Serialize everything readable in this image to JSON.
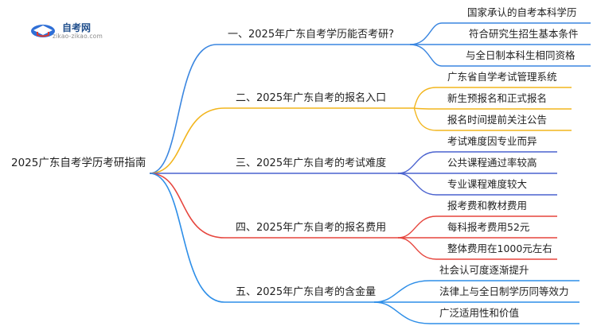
{
  "logo": {
    "name": "自考网",
    "url": "zikao-zikao.com"
  },
  "root": {
    "label": "2025广东自考学历考研指南"
  },
  "colors": {
    "branch_0": "#3a86e0",
    "branch_1": "#f2b51d",
    "branch_2": "#4a62cf",
    "branch_3": "#e6453d",
    "branch_4": "#2d8ee8"
  },
  "branches": [
    {
      "label": "一、2025年广东自考学历能否考研?",
      "children": [
        "国家承认的自考本科学历",
        "符合研究生招生基本条件",
        "与全日制本科生相同资格"
      ]
    },
    {
      "label": "二、2025年广东自考的报名入口",
      "children": [
        "广东省自学考试管理系统",
        "新生预报名和正式报名",
        "报名时间提前关注公告"
      ]
    },
    {
      "label": "三、2025年广东自考的考试难度",
      "children": [
        "考试难度因专业而异",
        "公共课程通过率较高",
        "专业课程难度较大"
      ]
    },
    {
      "label": "四、2025年广东自考的报名费用",
      "children": [
        "报考费和教材费用",
        "每科报考费用52元",
        "整体费用在1000元左右"
      ]
    },
    {
      "label": "五、2025年广东自考的含金量",
      "children": [
        "社会认可度逐渐提升",
        "法律上与全日制学历同等效力",
        "广泛适用性和价值"
      ]
    }
  ]
}
